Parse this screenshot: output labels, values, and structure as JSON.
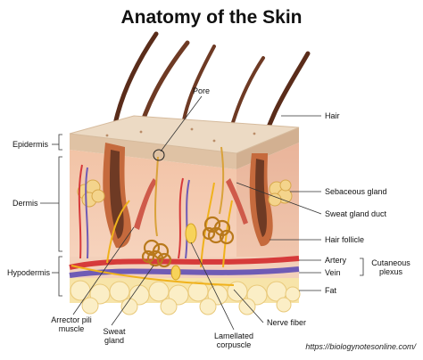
{
  "title": "Anatomy of the Skin",
  "labels": {
    "left": {
      "epidermis": "Epidermis",
      "dermis": "Dermis",
      "hypodermis": "Hypodermis"
    },
    "top": {
      "pore": "Pore",
      "hair": "Hair"
    },
    "right": {
      "sebaceous_gland": "Sebaceous gland",
      "sweat_gland_duct": "Sweat gland duct",
      "hair_follicle": "Hair follicle",
      "artery": "Artery",
      "vein": "Vein",
      "cutaneous_plexus": "Cutaneous plexus",
      "fat": "Fat"
    },
    "bottom": {
      "arrector_pili_muscle": "Arrector pili muscle",
      "sweat_gland": "Sweat gland",
      "lamellated_corpuscle": "Lamellated corpuscle",
      "nerve_fiber": "Nerve fiber"
    }
  },
  "credit": "https://biologynotesonline.com/",
  "colors": {
    "epidermis_top": "#ead6bf",
    "epidermis_side": "#dcbf9f",
    "dermis": "#f3c7ad",
    "hypodermis": "#f5d2bc",
    "fat": "#f6e2a6",
    "hair": "#6e3a24",
    "artery": "#d63a3a",
    "vein": "#6f5bb5",
    "nerve": "#f0b21c",
    "sebaceous": "#f4d48c",
    "muscle": "#cf5a4a",
    "follicle": "#b6572e"
  }
}
